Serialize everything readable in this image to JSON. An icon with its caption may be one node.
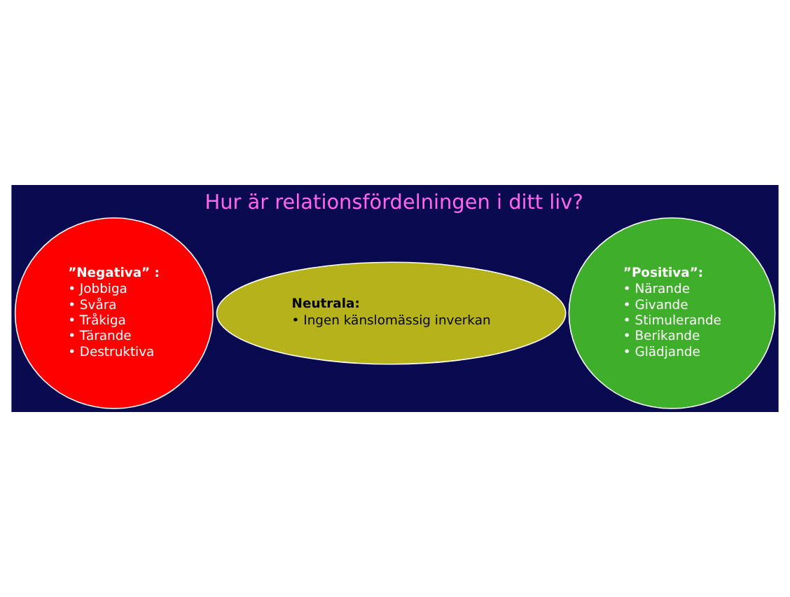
{
  "diagram": {
    "title": "Hur är relationsfördelningen i ditt liv?",
    "nodes": [
      {
        "text": [
          "”Negativa” :",
          "• Jobbiga",
          "• Svåra",
          "• Tråkiga",
          "• Tärande",
          "• Destruktiva"
        ]
      },
      {
        "text": [
          "Neutrala:",
          "• Ingen känslomässig inverkan"
        ]
      },
      {
        "text": [
          "”Positiva”:",
          "• Närande",
          "• Givande",
          "• Stimulerande",
          "• Berikande",
          "• Glädjande"
        ]
      }
    ]
  }
}
